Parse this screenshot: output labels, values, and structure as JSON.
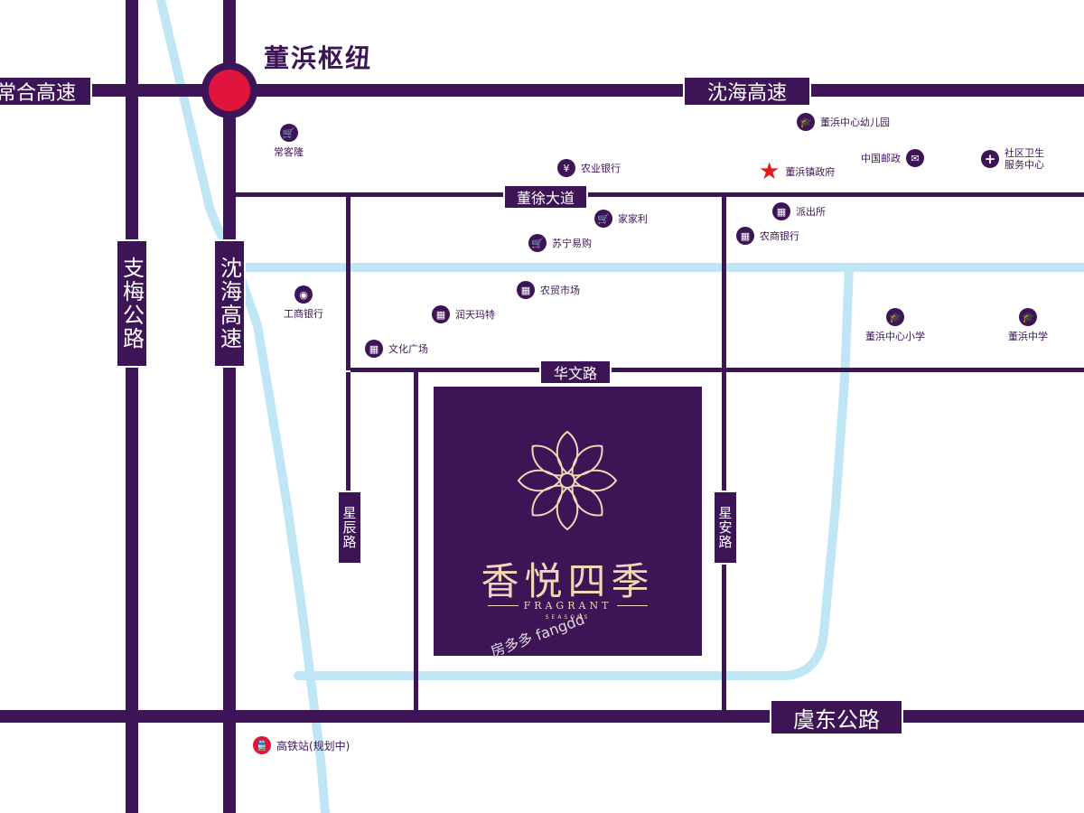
{
  "colors": {
    "road": "#3d1556",
    "water": "#bfe6f5",
    "hub": "#e0143c",
    "star": "#e01e1e",
    "label_text": "#ffffff",
    "poi_text": "#3d1556",
    "project_gold": "#f3d6b5"
  },
  "hub": {
    "label": "董浜枢纽"
  },
  "roads": {
    "top_left_highway": "常合高速",
    "top_highway": "沈海高速",
    "left_vertical": "支梅公路",
    "second_vertical": "沈海高速",
    "dongxu": "董徐大道",
    "huawen": "华文路",
    "xingchen": "星辰路",
    "xingan": "星安路",
    "yudong": "虞东公路"
  },
  "pois": [
    {
      "id": "changkelong",
      "label": "常客隆",
      "icon": "cart-icon"
    },
    {
      "id": "nongye-bank",
      "label": "农业银行",
      "icon": "bank-icon"
    },
    {
      "id": "kindergarten",
      "label": "董浜中心幼儿园",
      "icon": "graduation-cap-icon"
    },
    {
      "id": "post",
      "label": "中国邮政",
      "icon": "post-icon"
    },
    {
      "id": "health",
      "label": "社区卫生\n服务中心",
      "icon": "plus-icon"
    },
    {
      "id": "gov",
      "label": "董浜镇政府",
      "icon": "star-icon"
    },
    {
      "id": "jiajiali",
      "label": "家家利",
      "icon": "cart-icon"
    },
    {
      "id": "suning",
      "label": "苏宁易购",
      "icon": "cart-icon"
    },
    {
      "id": "police",
      "label": "派出所",
      "icon": "building-icon"
    },
    {
      "id": "nongshang-bank",
      "label": "农商银行",
      "icon": "building-icon"
    },
    {
      "id": "gongshang-bank",
      "label": "工商银行",
      "icon": "bank-icon"
    },
    {
      "id": "market",
      "label": "农贸市场",
      "icon": "building-icon"
    },
    {
      "id": "runtian",
      "label": "润天玛特",
      "icon": "building-icon"
    },
    {
      "id": "culture",
      "label": "文化广场",
      "icon": "building-icon"
    },
    {
      "id": "primary",
      "label": "董浜中心小学",
      "icon": "graduation-cap-icon"
    },
    {
      "id": "middle",
      "label": "董浜中学",
      "icon": "graduation-cap-icon"
    },
    {
      "id": "station",
      "label": "高铁站(规划中)",
      "icon": "train-icon"
    }
  ],
  "project": {
    "name_cn": "香悦四季",
    "name_en": "FRAGRANT",
    "name_en_sub": "SEASONS"
  },
  "watermark": {
    "text": "房多多",
    "text2": "fangdd"
  }
}
